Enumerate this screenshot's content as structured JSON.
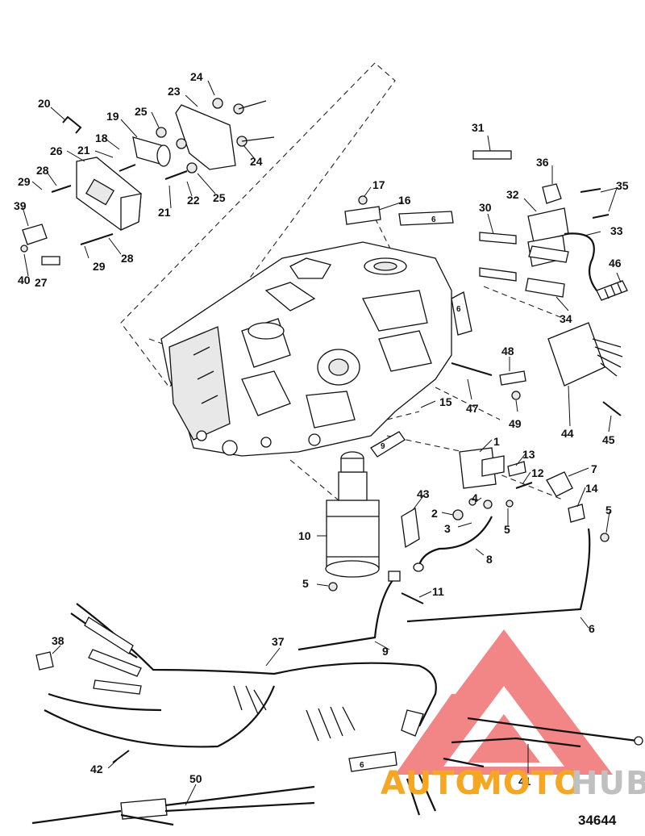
{
  "figure_number": "34644",
  "watermark": {
    "auto": "AUTO",
    "moto": "MOTO",
    "hub": "HUB",
    "color_red": "#e53c3c",
    "color_orange": "#f5a623"
  },
  "tube_label": "6",
  "tube_label_9": "9",
  "callouts": [
    {
      "id": "c1",
      "text": "1"
    },
    {
      "id": "c2",
      "text": "2"
    },
    {
      "id": "c3",
      "text": "3"
    },
    {
      "id": "c4",
      "text": "4"
    },
    {
      "id": "c5a",
      "text": "5"
    },
    {
      "id": "c5b",
      "text": "5"
    },
    {
      "id": "c5c",
      "text": "5"
    },
    {
      "id": "c6",
      "text": "6"
    },
    {
      "id": "c7",
      "text": "7"
    },
    {
      "id": "c8",
      "text": "8"
    },
    {
      "id": "c9",
      "text": "9"
    },
    {
      "id": "c10",
      "text": "10"
    },
    {
      "id": "c11",
      "text": "11"
    },
    {
      "id": "c12",
      "text": "12"
    },
    {
      "id": "c13",
      "text": "13"
    },
    {
      "id": "c14",
      "text": "14"
    },
    {
      "id": "c15",
      "text": "15"
    },
    {
      "id": "c16",
      "text": "16"
    },
    {
      "id": "c17",
      "text": "17"
    },
    {
      "id": "c18",
      "text": "18"
    },
    {
      "id": "c19",
      "text": "19"
    },
    {
      "id": "c20",
      "text": "20"
    },
    {
      "id": "c21a",
      "text": "21"
    },
    {
      "id": "c21b",
      "text": "21"
    },
    {
      "id": "c22",
      "text": "22"
    },
    {
      "id": "c23",
      "text": "23"
    },
    {
      "id": "c24a",
      "text": "24"
    },
    {
      "id": "c24b",
      "text": "24"
    },
    {
      "id": "c25a",
      "text": "25"
    },
    {
      "id": "c25b",
      "text": "25"
    },
    {
      "id": "c26",
      "text": "26"
    },
    {
      "id": "c27",
      "text": "27"
    },
    {
      "id": "c28a",
      "text": "28"
    },
    {
      "id": "c28b",
      "text": "28"
    },
    {
      "id": "c29a",
      "text": "29"
    },
    {
      "id": "c29b",
      "text": "29"
    },
    {
      "id": "c30",
      "text": "30"
    },
    {
      "id": "c31",
      "text": "31"
    },
    {
      "id": "c32",
      "text": "32"
    },
    {
      "id": "c33",
      "text": "33"
    },
    {
      "id": "c34",
      "text": "34"
    },
    {
      "id": "c35",
      "text": "35"
    },
    {
      "id": "c36",
      "text": "36"
    },
    {
      "id": "c37",
      "text": "37"
    },
    {
      "id": "c38",
      "text": "38"
    },
    {
      "id": "c39",
      "text": "39"
    },
    {
      "id": "c40",
      "text": "40"
    },
    {
      "id": "c41",
      "text": "41"
    },
    {
      "id": "c42",
      "text": "42"
    },
    {
      "id": "c43",
      "text": "43"
    },
    {
      "id": "c44",
      "text": "44"
    },
    {
      "id": "c45",
      "text": "45"
    },
    {
      "id": "c46",
      "text": "46"
    },
    {
      "id": "c47",
      "text": "47"
    },
    {
      "id": "c48",
      "text": "48"
    },
    {
      "id": "c49",
      "text": "49"
    },
    {
      "id": "c50",
      "text": "50"
    }
  ]
}
